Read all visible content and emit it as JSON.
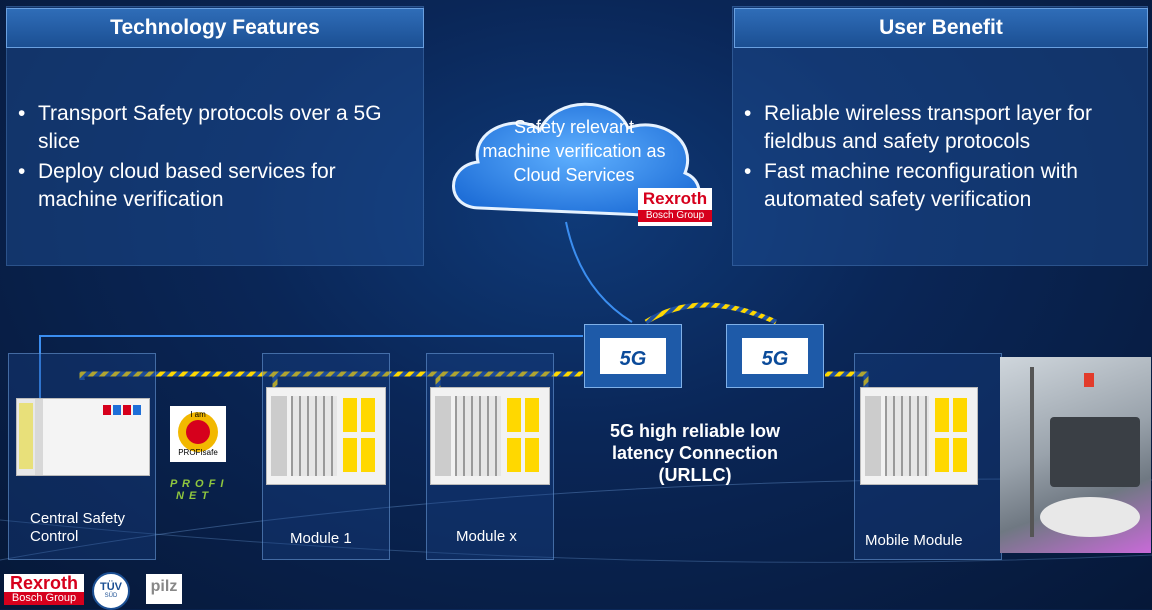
{
  "left_panel": {
    "title": "Technology Features",
    "bullets": [
      "Transport Safety protocols over a 5G slice",
      "Deploy cloud based services for machine verification"
    ]
  },
  "right_panel": {
    "title": "User Benefit",
    "bullets": [
      "Reliable wireless transport layer for fieldbus and safety protocols",
      "Fast machine reconfiguration with automated safety verification"
    ]
  },
  "cloud": {
    "text_line1": "Safety relevant",
    "text_line2": "machine verification as",
    "text_line3": "Cloud Services",
    "brand_main": "Rexroth",
    "brand_sub": "Bosch Group"
  },
  "fiveg": {
    "label": "5G"
  },
  "connection": {
    "line1": "5G high reliable low",
    "line2": "latency Connection",
    "line3": "(URLLC)"
  },
  "modules": {
    "central_line1": "Central Safety",
    "central_line2": "Control",
    "module1": "Module 1",
    "modulex": "Module x",
    "mobile": "Mobile Module"
  },
  "protocol_logos": {
    "profisafe_top": "I am",
    "profisafe_bottom": "PROFIsafe",
    "profinet_top": "P R O F I",
    "profinet_bottom": "N E T"
  },
  "footer_logos": {
    "rexroth_main": "Rexroth",
    "rexroth_sub": "Bosch Group",
    "tuv": "TÜV",
    "tuv_sub": "SÜD",
    "pilz": "pilz"
  },
  "colors": {
    "accent_red": "#d6001c",
    "brand_blue": "#1b4f93",
    "stripe_yellow": "#ffd800"
  }
}
